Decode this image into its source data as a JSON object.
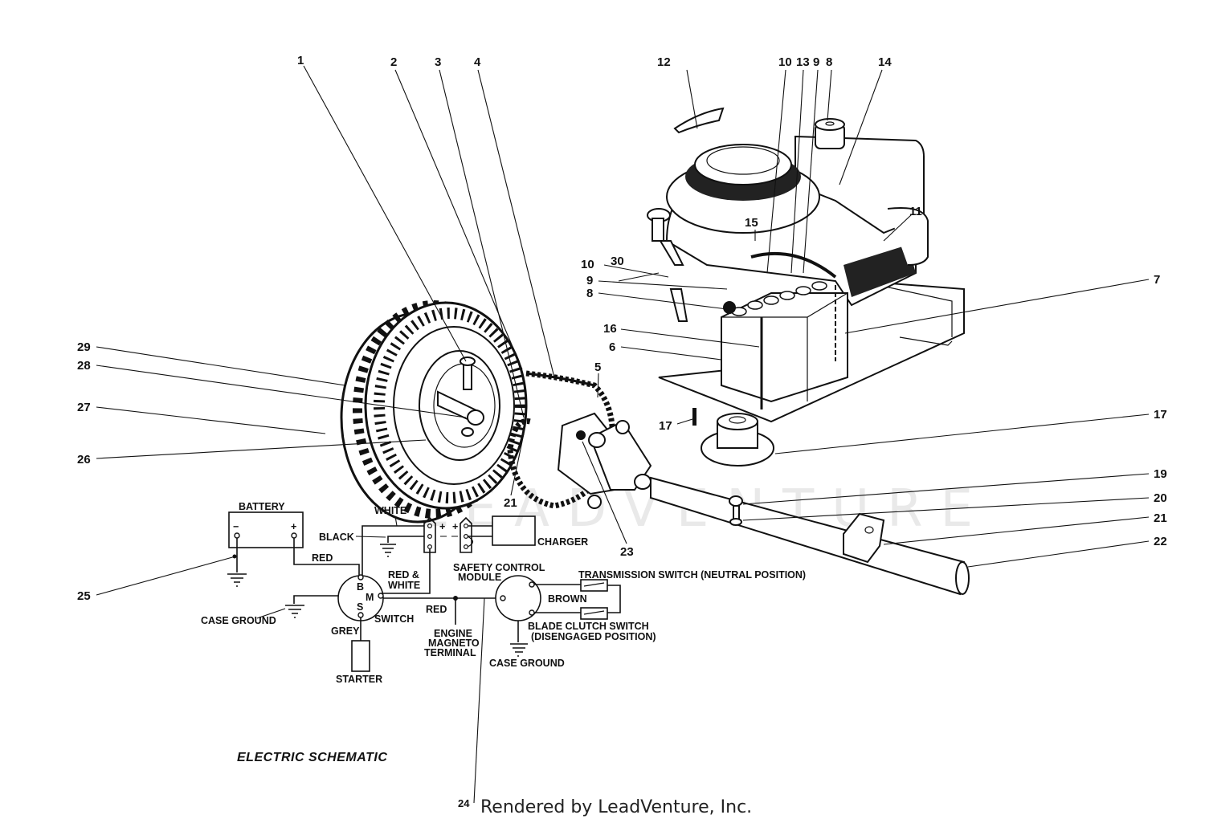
{
  "diagram": {
    "title": "ELECTRIC SCHEMATIC",
    "credit": "Rendered by LeadVenture, Inc.",
    "watermark": "LEADVENTURE",
    "callouts": [
      {
        "id": "c1",
        "label": "1"
      },
      {
        "id": "c2",
        "label": "2"
      },
      {
        "id": "c3",
        "label": "3"
      },
      {
        "id": "c4",
        "label": "4"
      },
      {
        "id": "c5",
        "label": "5"
      },
      {
        "id": "c6",
        "label": "6"
      },
      {
        "id": "c7",
        "label": "7"
      },
      {
        "id": "c8a",
        "label": "8"
      },
      {
        "id": "c8b",
        "label": "8"
      },
      {
        "id": "c9a",
        "label": "9"
      },
      {
        "id": "c9b",
        "label": "9"
      },
      {
        "id": "c10a",
        "label": "10"
      },
      {
        "id": "c10b",
        "label": "10"
      },
      {
        "id": "c11",
        "label": "11"
      },
      {
        "id": "c12",
        "label": "12"
      },
      {
        "id": "c13",
        "label": "13"
      },
      {
        "id": "c14",
        "label": "14"
      },
      {
        "id": "c15",
        "label": "15"
      },
      {
        "id": "c16",
        "label": "16"
      },
      {
        "id": "c17a",
        "label": "17"
      },
      {
        "id": "c17b",
        "label": "17"
      },
      {
        "id": "c19",
        "label": "19"
      },
      {
        "id": "c20",
        "label": "20"
      },
      {
        "id": "c21a",
        "label": "21"
      },
      {
        "id": "c21b",
        "label": "21"
      },
      {
        "id": "c22",
        "label": "22"
      },
      {
        "id": "c23",
        "label": "23"
      },
      {
        "id": "c24",
        "label": "24"
      },
      {
        "id": "c25",
        "label": "25"
      },
      {
        "id": "c26",
        "label": "26"
      },
      {
        "id": "c27",
        "label": "27"
      },
      {
        "id": "c28",
        "label": "28"
      },
      {
        "id": "c29",
        "label": "29"
      },
      {
        "id": "c30",
        "label": "30"
      }
    ],
    "schematic": {
      "battery": "BATTERY",
      "battery_minus": "−",
      "battery_plus": "+",
      "white": "WHITE",
      "black": "BLACK",
      "red": "RED",
      "red_white_1": "RED &",
      "red_white_2": "WHITE",
      "charger": "CHARGER",
      "plus": "+",
      "minus": "-",
      "switch_b": "B",
      "switch_m": "M",
      "switch_s": "S",
      "switch": "SWITCH",
      "case_ground": "CASE GROUND",
      "grey": "GREY",
      "starter": "STARTER",
      "red2": "RED",
      "engine_1": "ENGINE",
      "engine_2": "MAGNETO",
      "engine_3": "TERMINAL",
      "scm_1": "SAFETY CONTROL",
      "scm_2": "MODULE",
      "brown": "BROWN",
      "trans_switch": "TRANSMISSION SWITCH (NEUTRAL POSITION)",
      "blade_1": "BLADE CLUTCH SWITCH",
      "blade_2": "(DISENGAGED POSITION)",
      "case_ground_2": "CASE GROUND"
    }
  }
}
